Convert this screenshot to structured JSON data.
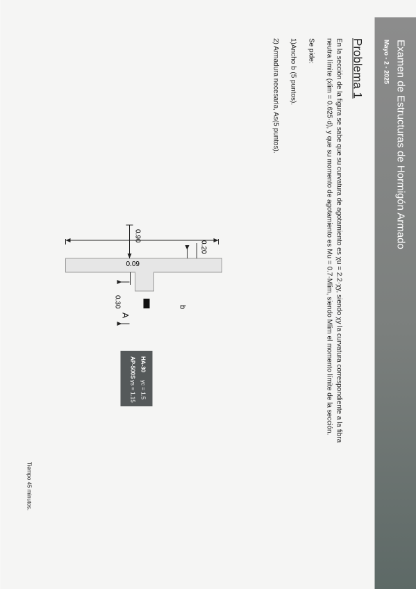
{
  "header": {
    "title": "Examen de Estructuras de Hormigón Armado",
    "date": "Mayo - 2 - 2025"
  },
  "problem": {
    "title": "Problema 1",
    "statement_line1": "En la sección de la figura se sabe que su curvatura de agotamiento es χu = 2.2·χy, siendo χy la curvatura correspondiente a la fibra",
    "statement_line2": "neutra límite (xlim = 0.625·d), y que su momento de agotamiento es Mu = 0.7·Mlim, siendo Mlim el momento límite de la sección.",
    "asked": "Se pide:",
    "q1": "1)Ancho b (5 puntos).",
    "q2": "2) Armadura necesaria, As(5 puntos)."
  },
  "figure": {
    "dim_total_width": "0.90",
    "dim_flange_thickness": "0.20",
    "dim_web_width": "0.09",
    "dim_web_length": "0.30",
    "dim_b": "b",
    "steel_label": "A"
  },
  "materials": {
    "concrete": "HA-30",
    "concrete_gamma": "γc = 1.5",
    "steel": "AP-500S",
    "steel_gamma": "γs = 1.15"
  },
  "footer": "Tiempo 45 minutos."
}
